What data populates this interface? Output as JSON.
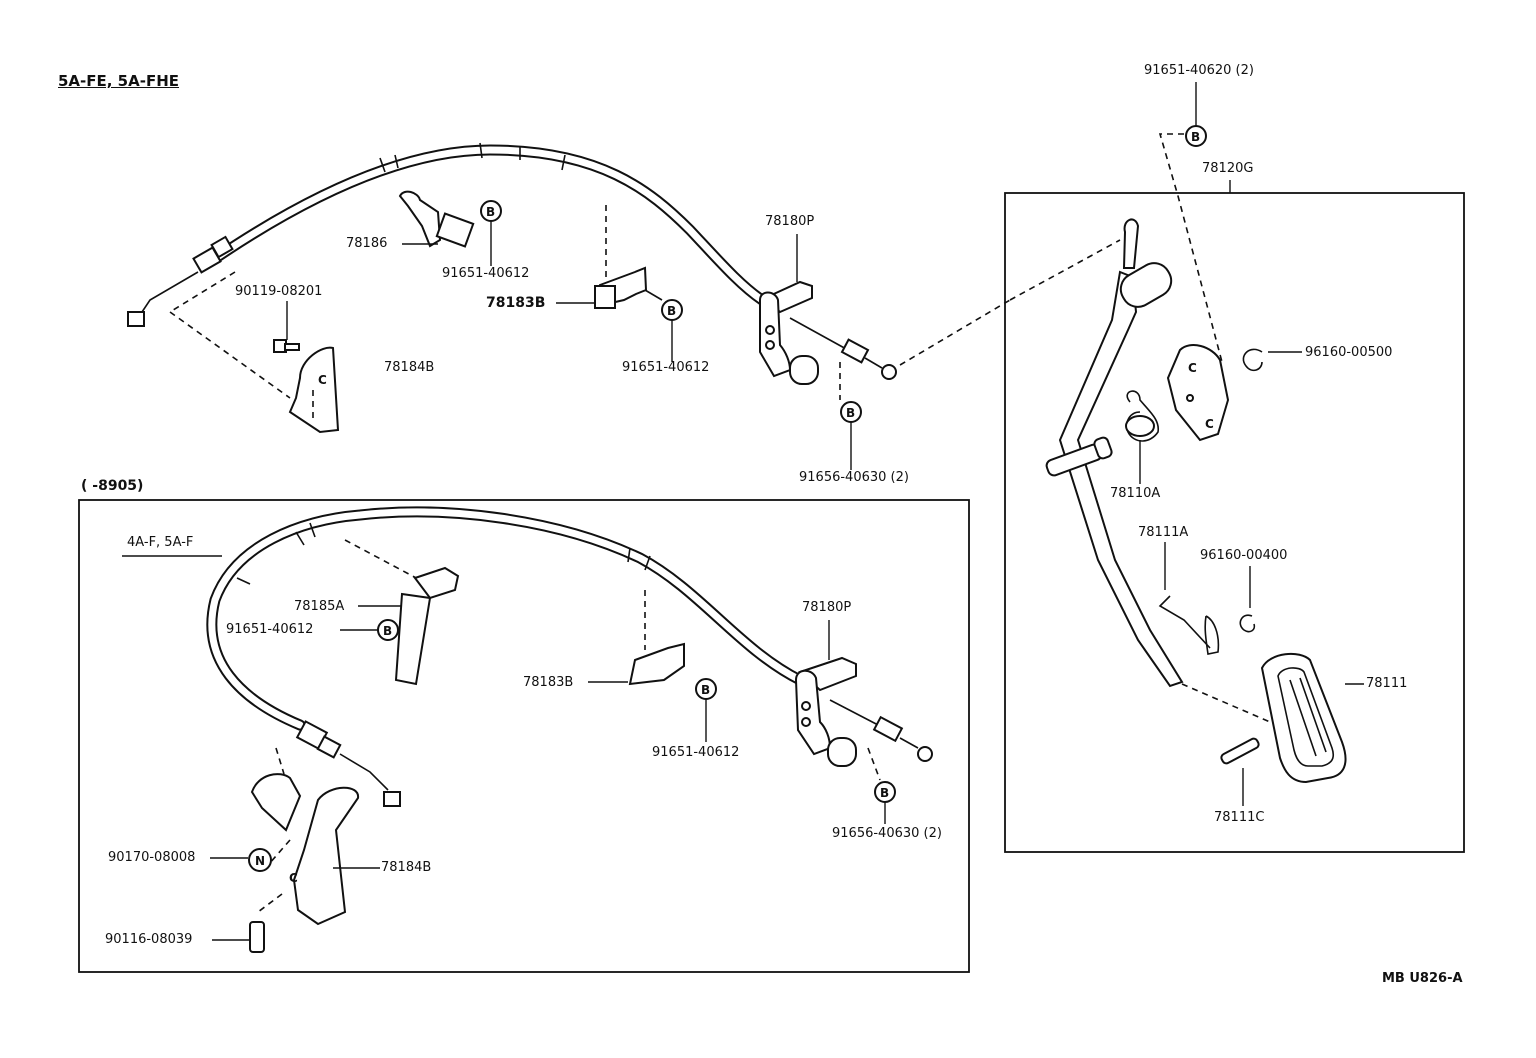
{
  "header": {
    "top_variant": "5A-FE, 5A-FHE",
    "bottom_date_range": "(        -8905)",
    "bottom_variant": "4A-F, 5A-F",
    "figure_code": "MB U826-A"
  },
  "markers": {
    "bolt": "B",
    "nut": "N"
  },
  "top_labels": {
    "p_91651_40620": "91651-40620 (2)",
    "p_78120g": "78120G",
    "p_78186": "78186",
    "p_91651_40612_a": "91651-40612",
    "p_90119_08201": "90119-08201",
    "p_78184b": "78184B",
    "p_78183b": "78183B",
    "p_91651_40612_b": "91651-40612",
    "p_78180p": "78180P",
    "p_91656_40630": "91656-40630 (2)"
  },
  "pedal_labels": {
    "p_96160_00500": "96160-00500",
    "p_78110a": "78110A",
    "p_78111a": "78111A",
    "p_96160_00400": "96160-00400",
    "p_78111": "78111",
    "p_78111c": "78111C"
  },
  "bottom_labels": {
    "p_78185a": "78185A",
    "p_91651_40612_c": "91651-40612",
    "p_78183b": "78183B",
    "p_91651_40612_d": "91651-40612",
    "p_78180p": "78180P",
    "p_91656_40630": "91656-40630 (2)",
    "p_90170_08008": "90170-08008",
    "p_78184b": "78184B",
    "p_90116_08039": "90116-08039"
  }
}
